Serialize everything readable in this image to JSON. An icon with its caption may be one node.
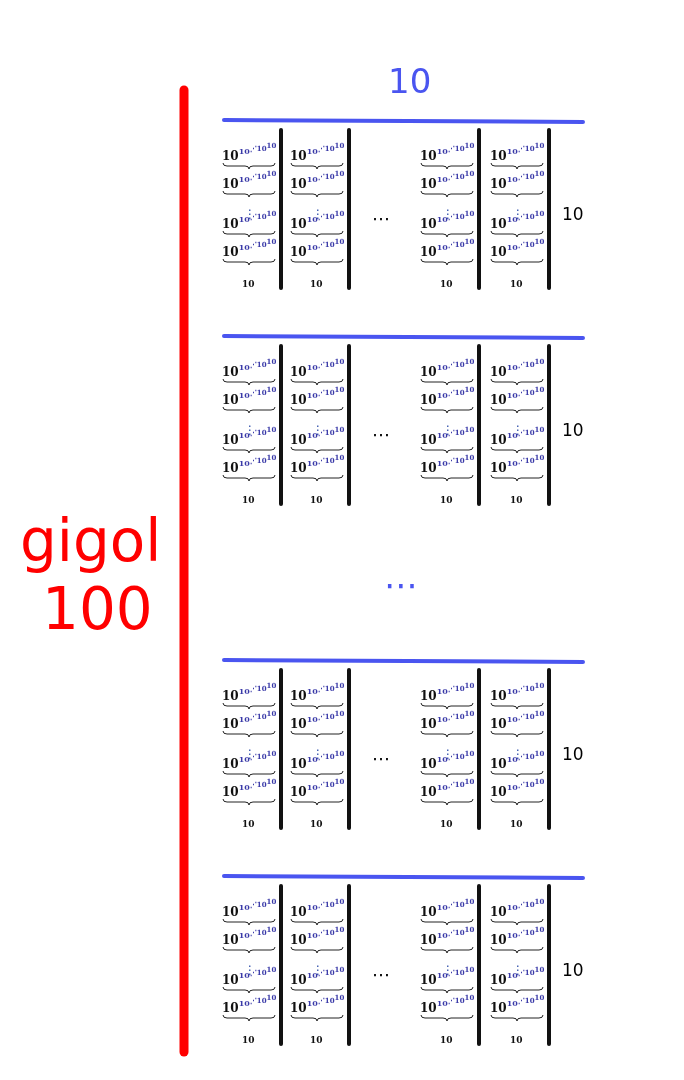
{
  "diagram": {
    "labels": [
      "10",
      "10$^{10}$$^{⋰10}$$^{10}$",
      "10$^{10}$$^{⋰10}$$^{10}$",
      "⋮",
      "10$^{10}$$^{⋰10}$$^{10}$",
      "10$^{10}$$^{⋰10}$$^{10}$",
      "10",
      "10$^{10}$$^{⋰10}$$^{10}$",
      "10$^{10}$$^{⋰10}$$^{10}$",
      "⋮",
      "10$^{10}$$^{⋰10}$$^{10}$",
      "10$^{10}$$^{⋰10}$$^{10}$",
      "10",
      "⋯",
      "10$^{10}$$^{⋰10}$$^{10}$",
      "10$^{10}$$^{⋰10}$$^{10}$",
      "⋮",
      "10$^{10}$$^{⋰10}$$^{10}$",
      "10$^{10}$$^{⋰10}$$^{10}$",
      "10",
      "10$^{10}$$^{⋰10}$$^{10}$",
      "10$^{10}$$^{⋰10}$$^{10}$",
      "⋮",
      "10$^{10}$$^{⋰10}$$^{10}$",
      "10$^{10}$$^{⋰10}$$^{10}$",
      "10",
      "10",
      "10$^{10}$$^{⋰10}$$^{10}$",
      "10$^{10}$$^{⋰10}$$^{10}$",
      "⋮",
      "10$^{10}$$^{⋰10}$$^{10}$",
      "10$^{10}$$^{⋰10}$$^{10}$",
      "10",
      "10$^{10}$$^{⋰10}$$^{10}$",
      "10$^{10}$$^{⋰10}$$^{10}$",
      "⋮",
      "10$^{10}$$^{⋰10}$$^{10}$",
      "10$^{10}$$^{⋰10}$$^{10}$",
      "10",
      "⋯",
      "10$^{10}$$^{⋰10}$$^{10}$",
      "10$^{10}$$^{⋰10}$$^{10}$",
      "⋮",
      "10$^{10}$$^{⋰10}$$^{10}$",
      "10$^{10}$$^{⋰10}$$^{10}$",
      "10",
      "10$^{10}$$^{⋰10}$$^{10}$",
      "10$^{10}$$^{⋰10}$$^{10}$",
      "⋮",
      "10$^{10}$$^{⋰10}$$^{10}$",
      "10$^{10}$$^{⋰10}$$^{10}$",
      "10",
      "10",
      "⋯",
      "10$^{10}$$^{⋰10}$$^{10}$",
      "10$^{10}$$^{⋰10}$$^{10}$",
      "⋮",
      "10$^{10}$$^{⋰10}$$^{10}$",
      "10$^{10}$$^{⋰10}$$^{10}$",
      "10",
      "10$^{10}$$^{⋰10}$$^{10}$",
      "10$^{10}$$^{⋰10}$$^{10}$",
      "⋮",
      "10$^{10}$$^{⋰10}$$^{10}$",
      "10$^{10}$$^{⋰10}$$^{10}$",
      "10",
      "⋯",
      "10$^{10}$$^{⋰10}$$^{10}$",
      "10$^{10}$$^{⋰10}$$^{10}$",
      "⋮",
      "10$^{10}$$^{⋰10}$$^{10}$",
      "10$^{10}$$^{⋰10}$$^{10}$",
      "10",
      "10$^{10}$$^{⋰10}$$^{10}$",
      "10$^{10}$$^{⋰10}$$^{10}$",
      "⋮",
      "10$^{10}$$^{⋰10}$$^{10}$",
      "10$^{10}$$^{⋰10}$$^{10}$",
      "10",
      "10",
      "10$^{10}$$^{⋰10}$$^{10}$",
      "10$^{10}$$^{⋰10}$$^{10}$",
      "⋮",
      "10$^{10}$$^{⋰10}$$^{10}$",
      "10$^{10}$$^{⋰10}$$^{10}$",
      "10",
      "10$^{10}$$^{⋰10}$$^{10}$",
      "10$^{10}$$^{⋰10}$$^{10}$",
      "⋮",
      "10$^{10}$$^{⋰10}$$^{10}$",
      "10$^{10}$$^{⋰10}$$^{10}$",
      "10",
      "⋯",
      "10$^{10}$$^{⋰10}$$^{10}$",
      "10$^{10}$$^{⋰10}$$^{10}$",
      "⋮",
      "10$^{10}$$^{⋰10}$$^{10}$",
      "10$^{10}$$^{⋰10}$$^{10}$",
      "10",
      "10$^{10}$$^{⋰10}$$^{10}$",
      "10$^{10}$$^{⋰10}$$^{10}$",
      "⋮",
      "10$^{10}$$^{⋰10}$$^{10}$",
      "10$^{10}$$^{⋰10}$$^{10}$",
      "10",
      "10",
      "gigol",
      "100"
    ]
  }
}
